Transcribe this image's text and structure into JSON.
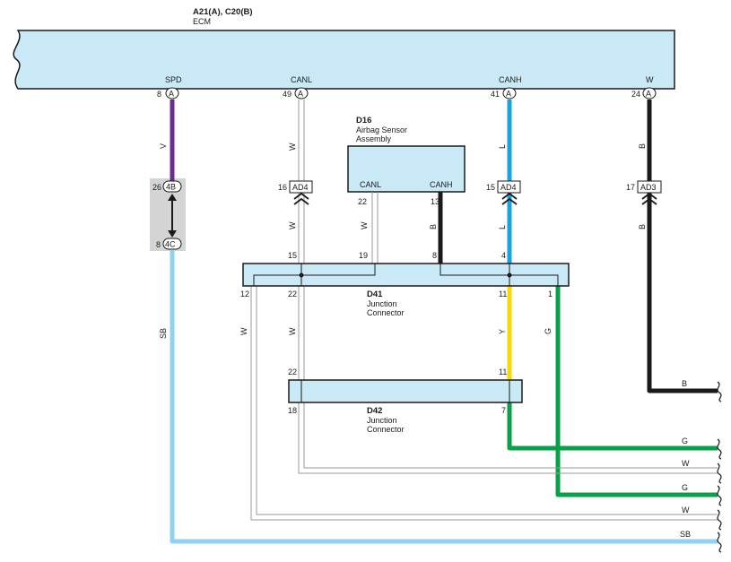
{
  "ecm": {
    "id": "A21(A), C20(B)",
    "name": "ECM",
    "terminals": [
      {
        "name": "SPD",
        "pin": "8",
        "conn": "A"
      },
      {
        "name": "CANL",
        "pin": "49",
        "conn": "A"
      },
      {
        "name": "CANH",
        "pin": "41",
        "conn": "A"
      },
      {
        "name": "W",
        "pin": "24",
        "conn": "A"
      }
    ]
  },
  "airbag": {
    "id": "D16",
    "name_line1": "Airbag Sensor",
    "name_line2": "Assembly",
    "canl_label": "CANL",
    "canh_label": "CANH",
    "canl_pin": "22",
    "canh_pin": "13"
  },
  "d41": {
    "id": "D41",
    "name_line1": "Junction",
    "name_line2": "Connector",
    "top_pins": [
      "15",
      "19",
      "8",
      "4"
    ],
    "bottom_pins": [
      "12",
      "22",
      "11",
      "1"
    ]
  },
  "d42": {
    "id": "D42",
    "name_line1": "Junction",
    "name_line2": "Connector",
    "top_pins": [
      "22",
      "11"
    ],
    "bottom_pins": [
      "18",
      "7"
    ]
  },
  "inline_connectors": {
    "ad4_left": {
      "pin": "16",
      "label": "AD4"
    },
    "ad4_right": {
      "pin": "15",
      "label": "AD4"
    },
    "ad3": {
      "pin": "17",
      "label": "AD3"
    },
    "c4b": {
      "pin": "26",
      "label": "4B"
    },
    "c4c": {
      "pin": "8",
      "label": "4C"
    }
  },
  "wire_colors": {
    "V": "V",
    "W": "W",
    "L": "L",
    "B": "B",
    "SB": "SB",
    "Y": "Y",
    "G": "G"
  },
  "outputs": [
    "B",
    "G",
    "W",
    "G",
    "W",
    "SB"
  ],
  "colors": {
    "violet": "#6b2d8f",
    "white_wire": "#9a9a9a",
    "blue": "#1aa3e0",
    "black": "#1a1a1a",
    "sky_blue": "#8fd3f2",
    "yellow": "#f7d80a",
    "green": "#0aa04a",
    "box_fill": "#c9e9f7"
  }
}
